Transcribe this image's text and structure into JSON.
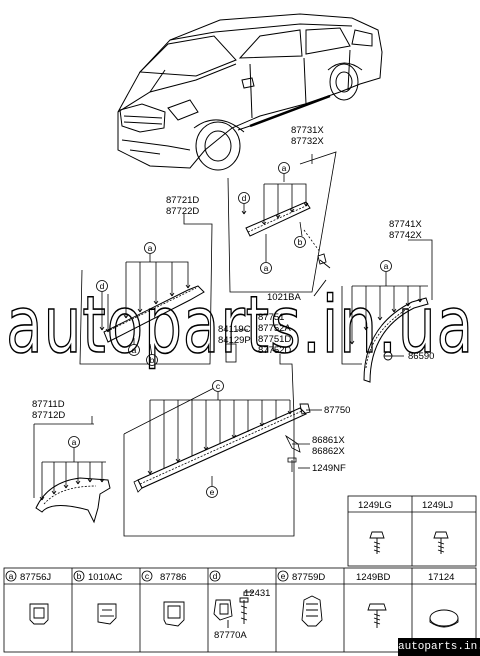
{
  "parts": {
    "p87731X": "87731X",
    "p87732X": "87732X",
    "p87721D": "87721D",
    "p87722D": "87722D",
    "p87741X": "87741X",
    "p87742X": "87742X",
    "p1021BA": "1021BA",
    "p84119C": "84119C",
    "p84129P": "84129P",
    "p87751": "87751",
    "p87752A": "87752A",
    "p87751D": "87751D",
    "p87752D": "87752D",
    "p86590": "86590",
    "p87711D": "87711D",
    "p87712D": "87712D",
    "p87750": "87750",
    "p86861X": "86861X",
    "p86862X": "86862X",
    "p1249NF": "1249NF"
  },
  "callouts": {
    "a": "a",
    "b": "b",
    "c": "c",
    "d": "d",
    "e": "e"
  },
  "legend_right": {
    "c1": "1249LG",
    "c2": "1249LJ"
  },
  "legend_bottom": {
    "a": "87756J",
    "b": "1010AC",
    "c": "87786",
    "d_top": "12431",
    "d_bottom": "87770A",
    "e": "87759D",
    "f": "1249BD",
    "g": "17124"
  },
  "watermark": "autoparts.in.ua",
  "footer_url": "autoparts.in.ua"
}
